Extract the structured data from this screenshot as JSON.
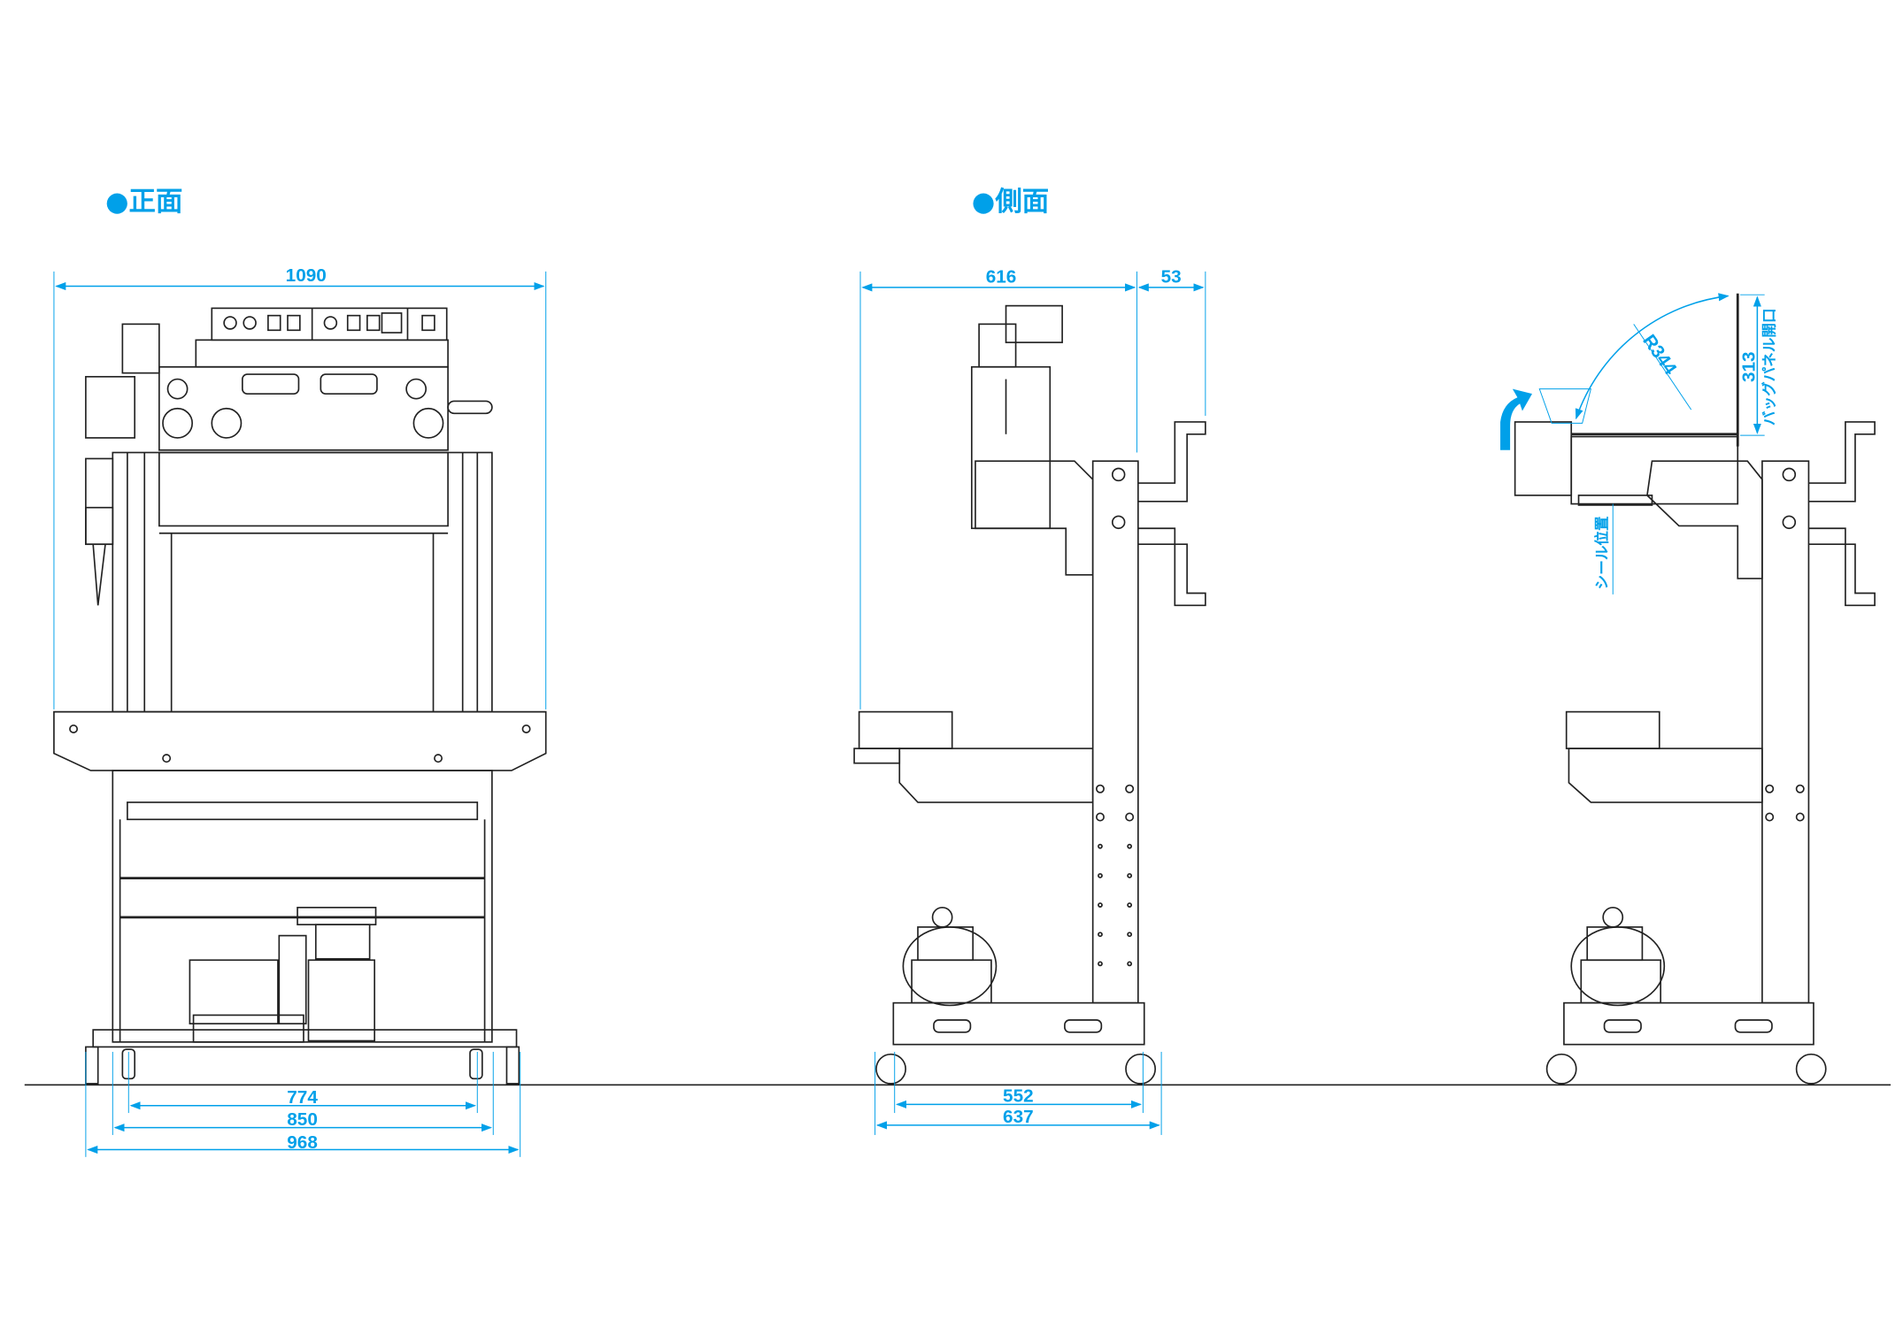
{
  "headings": {
    "front": "●正面",
    "side": "●側面"
  },
  "front_dims": {
    "overall_width": "1090",
    "wheel_span": "774",
    "base_width": "850",
    "foot_width": "968"
  },
  "side_dims": {
    "depth": "616",
    "offset": "53",
    "wheel_span": "552",
    "base_depth": "637"
  },
  "open_view": {
    "radius": "R344",
    "opening_height": "313",
    "opening_label": "バッグパネル開口",
    "seal_label": "シール位置"
  },
  "colors": {
    "dimension": "#00a0e9",
    "line": "#222222"
  }
}
